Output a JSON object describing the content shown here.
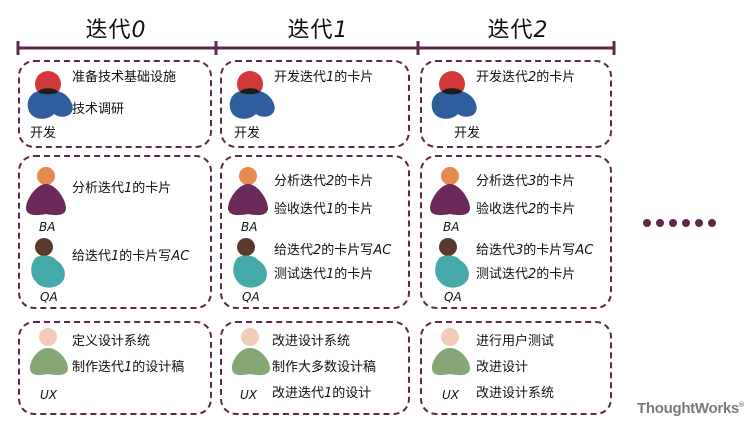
{
  "iterations": [
    {
      "label": "迭代",
      "num": "0"
    },
    {
      "label": "迭代",
      "num": "1"
    },
    {
      "label": "迭代",
      "num": "2"
    }
  ],
  "dev": [
    {
      "line1": "准备技术基础设施",
      "line2": "技术调研",
      "role": "开发"
    },
    {
      "line1pre": "开发迭代",
      "line1num": "1",
      "line1post": "的卡片",
      "role": "开发"
    },
    {
      "line1pre": "开发迭代",
      "line1num": "2",
      "line1post": "的卡片",
      "role": "开发"
    }
  ],
  "ba_qa": [
    {
      "ba1pre": "分析迭代",
      "ba1num": "1",
      "ba1post": "的卡片",
      "qa1pre": "给迭代",
      "qa1num": "1",
      "qa1post": "的卡片写",
      "qa1ac": "AC",
      "ba_role": "BA",
      "qa_role": "QA"
    },
    {
      "ba1pre": "分析迭代",
      "ba1num": "2",
      "ba1post": "的卡片",
      "ba2pre": "验收迭代",
      "ba2num": "1",
      "ba2post": "的卡片",
      "qa1pre": "给迭代",
      "qa1num": "2",
      "qa1post": "的卡片写",
      "qa1ac": "AC",
      "qa2pre": "测试迭代",
      "qa2num": "1",
      "qa2post": "的卡片",
      "ba_role": "BA",
      "qa_role": "QA"
    },
    {
      "ba1pre": "分析迭代",
      "ba1num": "3",
      "ba1post": "的卡片",
      "ba2pre": "验收迭代",
      "ba2num": "2",
      "ba2post": "的卡片",
      "qa1pre": "给迭代",
      "qa1num": "3",
      "qa1post": "的卡片写",
      "qa1ac": "AC",
      "qa2pre": "测试迭代",
      "qa2num": "2",
      "qa2post": "的卡片",
      "ba_role": "BA",
      "qa_role": "QA"
    }
  ],
  "ux": [
    {
      "l1": "定义设计系统",
      "l2pre": "制作迭代",
      "l2num": "1",
      "l2post": "的设计稿",
      "role": "UX"
    },
    {
      "l1": "改进设计系统",
      "l2": "制作大多数设计稿",
      "l3pre": "改进迭代",
      "l3num": "1",
      "l3post": "的设计",
      "role": "UX"
    },
    {
      "l1": "进行用户测试",
      "l2": "改进设计",
      "l3": "改进设计系统",
      "role": "UX"
    }
  ],
  "logo": "ThoughtWorks",
  "logo_mark": "®",
  "colors": {
    "border": "#5b2a4a",
    "dev_head": "#d23a3a",
    "dev_body": "#2f5e9e",
    "ba_head": "#e58a4e",
    "ba_body": "#6b2a5a",
    "qa_head": "#5a3a2a",
    "qa_body": "#46a9a9",
    "ux_head": "#f4cdb8",
    "ux_body": "#84a775"
  }
}
